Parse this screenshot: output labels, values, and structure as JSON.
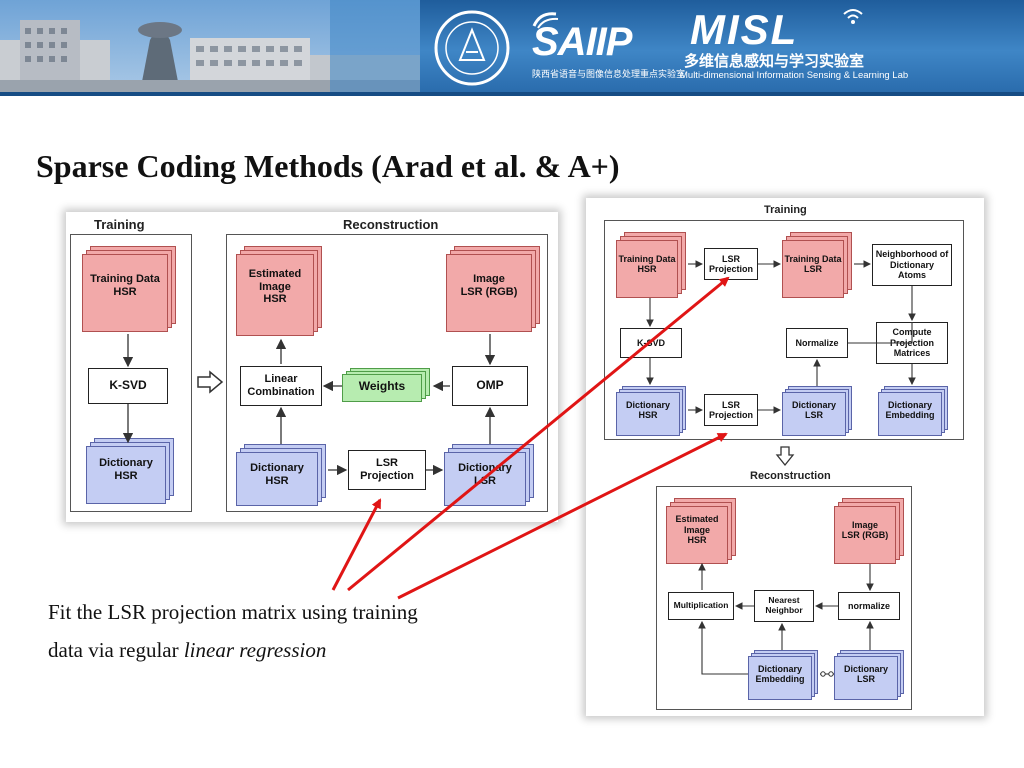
{
  "header": {
    "saiip_logo": "SAIIP",
    "saiip_caption": "陕西省语音与图像信息处理重点实验室",
    "misl_logo": "MISL",
    "misl_cn": "多维信息感知与学习实验室",
    "misl_en": "Multi-dimensional Information Sensing & Learning Lab"
  },
  "slide": {
    "title": "Sparse Coding Methods (Arad et al. & A+)",
    "body_line1": "Fit the LSR projection matrix using training",
    "body_line2_prefix": "data via regular ",
    "body_line2_emph": "linear regression"
  },
  "left_diagram": {
    "training_label": "Training",
    "reconstruction_label": "Reconstruction",
    "training_data": "Training Data\nHSR",
    "ksvd": "K-SVD",
    "dictionary_hsr": "Dictionary\nHSR",
    "estimated_image": "Estimated\nImage\nHSR",
    "image_lsr": "Image\nLSR (RGB)",
    "linear_combination": "Linear\nCombination",
    "weights": "Weights",
    "omp": "OMP",
    "dictionary_hsr_2": "Dictionary\nHSR",
    "lsr_projection": "LSR\nProjection",
    "dictionary_lsr": "Dictionary\nLSR"
  },
  "right_diagram": {
    "training_label": "Training",
    "reconstruction_label": "Reconstruction",
    "training_data_hsr": "Training Data\nHSR",
    "lsr_projection_top": "LSR\nProjection",
    "training_data_lsr": "Training Data\nLSR",
    "neighborhood": "Neighborhood of\nDictionary\nAtoms",
    "ksvd": "K-SVD",
    "normalize": "Normalize",
    "compute_projection": "Compute\nProjection\nMatrices",
    "dictionary_hsr": "Dictionary\nHSR",
    "lsr_projection_bottom": "LSR\nProjection",
    "dictionary_lsr": "Dictionary\nLSR",
    "dictionary_embedding": "Dictionary\nEmbedding",
    "estimated_image": "Estimated\nImage\nHSR",
    "image_lsr": "Image\nLSR (RGB)",
    "multiplication": "Multiplication",
    "nearest_neighbor": "Nearest\nNeighbor",
    "normalize_lower": "normalize",
    "dictionary_embedding_2": "Dictionary\nEmbedding",
    "dictionary_lsr_2": "Dictionary\nLSR"
  },
  "colors": {
    "annotation_arrow": "#e01515",
    "banner": "#2f74b8",
    "hsr_doc": "#f2a9a9",
    "lsr_doc": "#c4cdf3",
    "weights_doc": "#b7ecb0"
  }
}
